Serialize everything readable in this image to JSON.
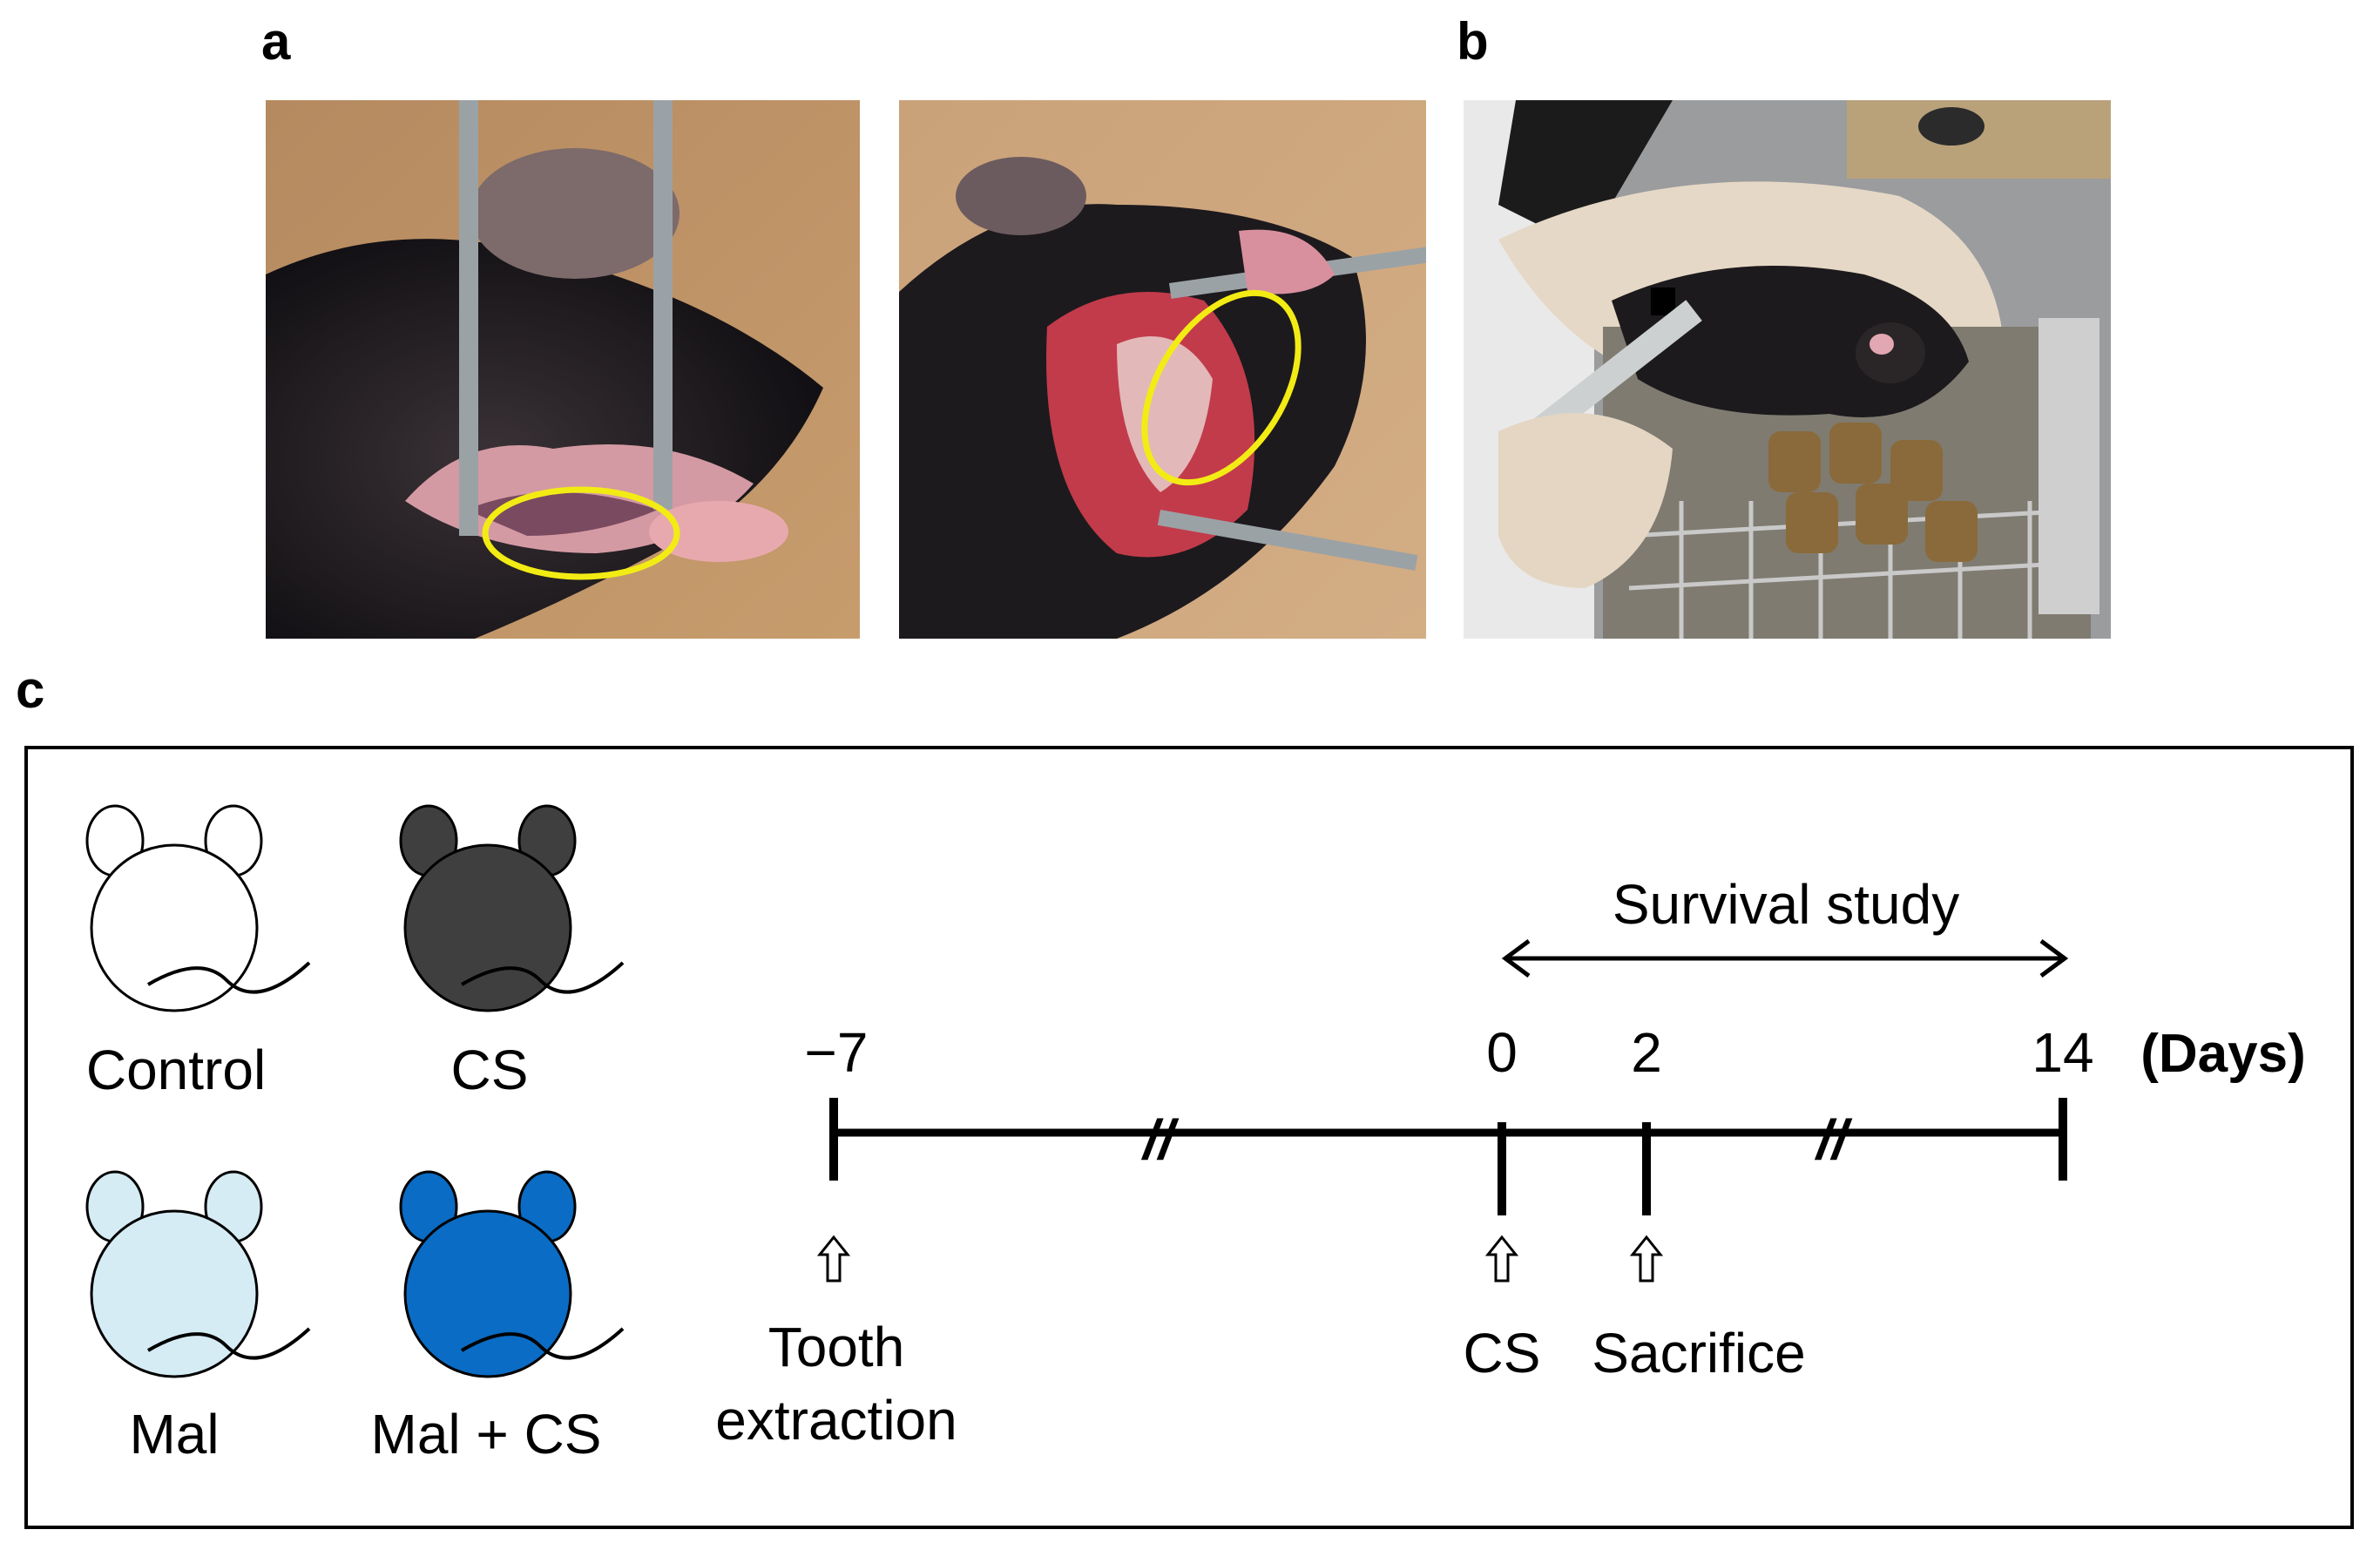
{
  "panels": {
    "a": "a",
    "b": "b",
    "c": "c"
  },
  "photos": {
    "a1": {
      "description_icon": "mouse-mouth-photo",
      "highlight_color": "#f3ec14"
    },
    "a2": {
      "description_icon": "mouse-mouth-photo",
      "highlight_color": "#f3ec14"
    },
    "b": {
      "description_icon": "mouse-injection-photo"
    }
  },
  "groups": [
    {
      "label": "Control",
      "fill": "#ffffff"
    },
    {
      "label": "CS",
      "fill": "#3f3f3f"
    },
    {
      "label": "Mal",
      "fill": "#d6ecf4"
    },
    {
      "label": "Mal + CS",
      "fill": "#0a6cc4"
    }
  ],
  "timeline": {
    "survival_label": "Survival study",
    "unit_label": "(Days)",
    "ticks": [
      {
        "day": "−7",
        "event": [
          "Tooth",
          "extraction"
        ]
      },
      {
        "day": "0",
        "event": [
          "CS"
        ]
      },
      {
        "day": "2",
        "event": [
          "Sacrifice"
        ]
      },
      {
        "day": "14",
        "event": []
      }
    ],
    "break_mark": "//"
  }
}
